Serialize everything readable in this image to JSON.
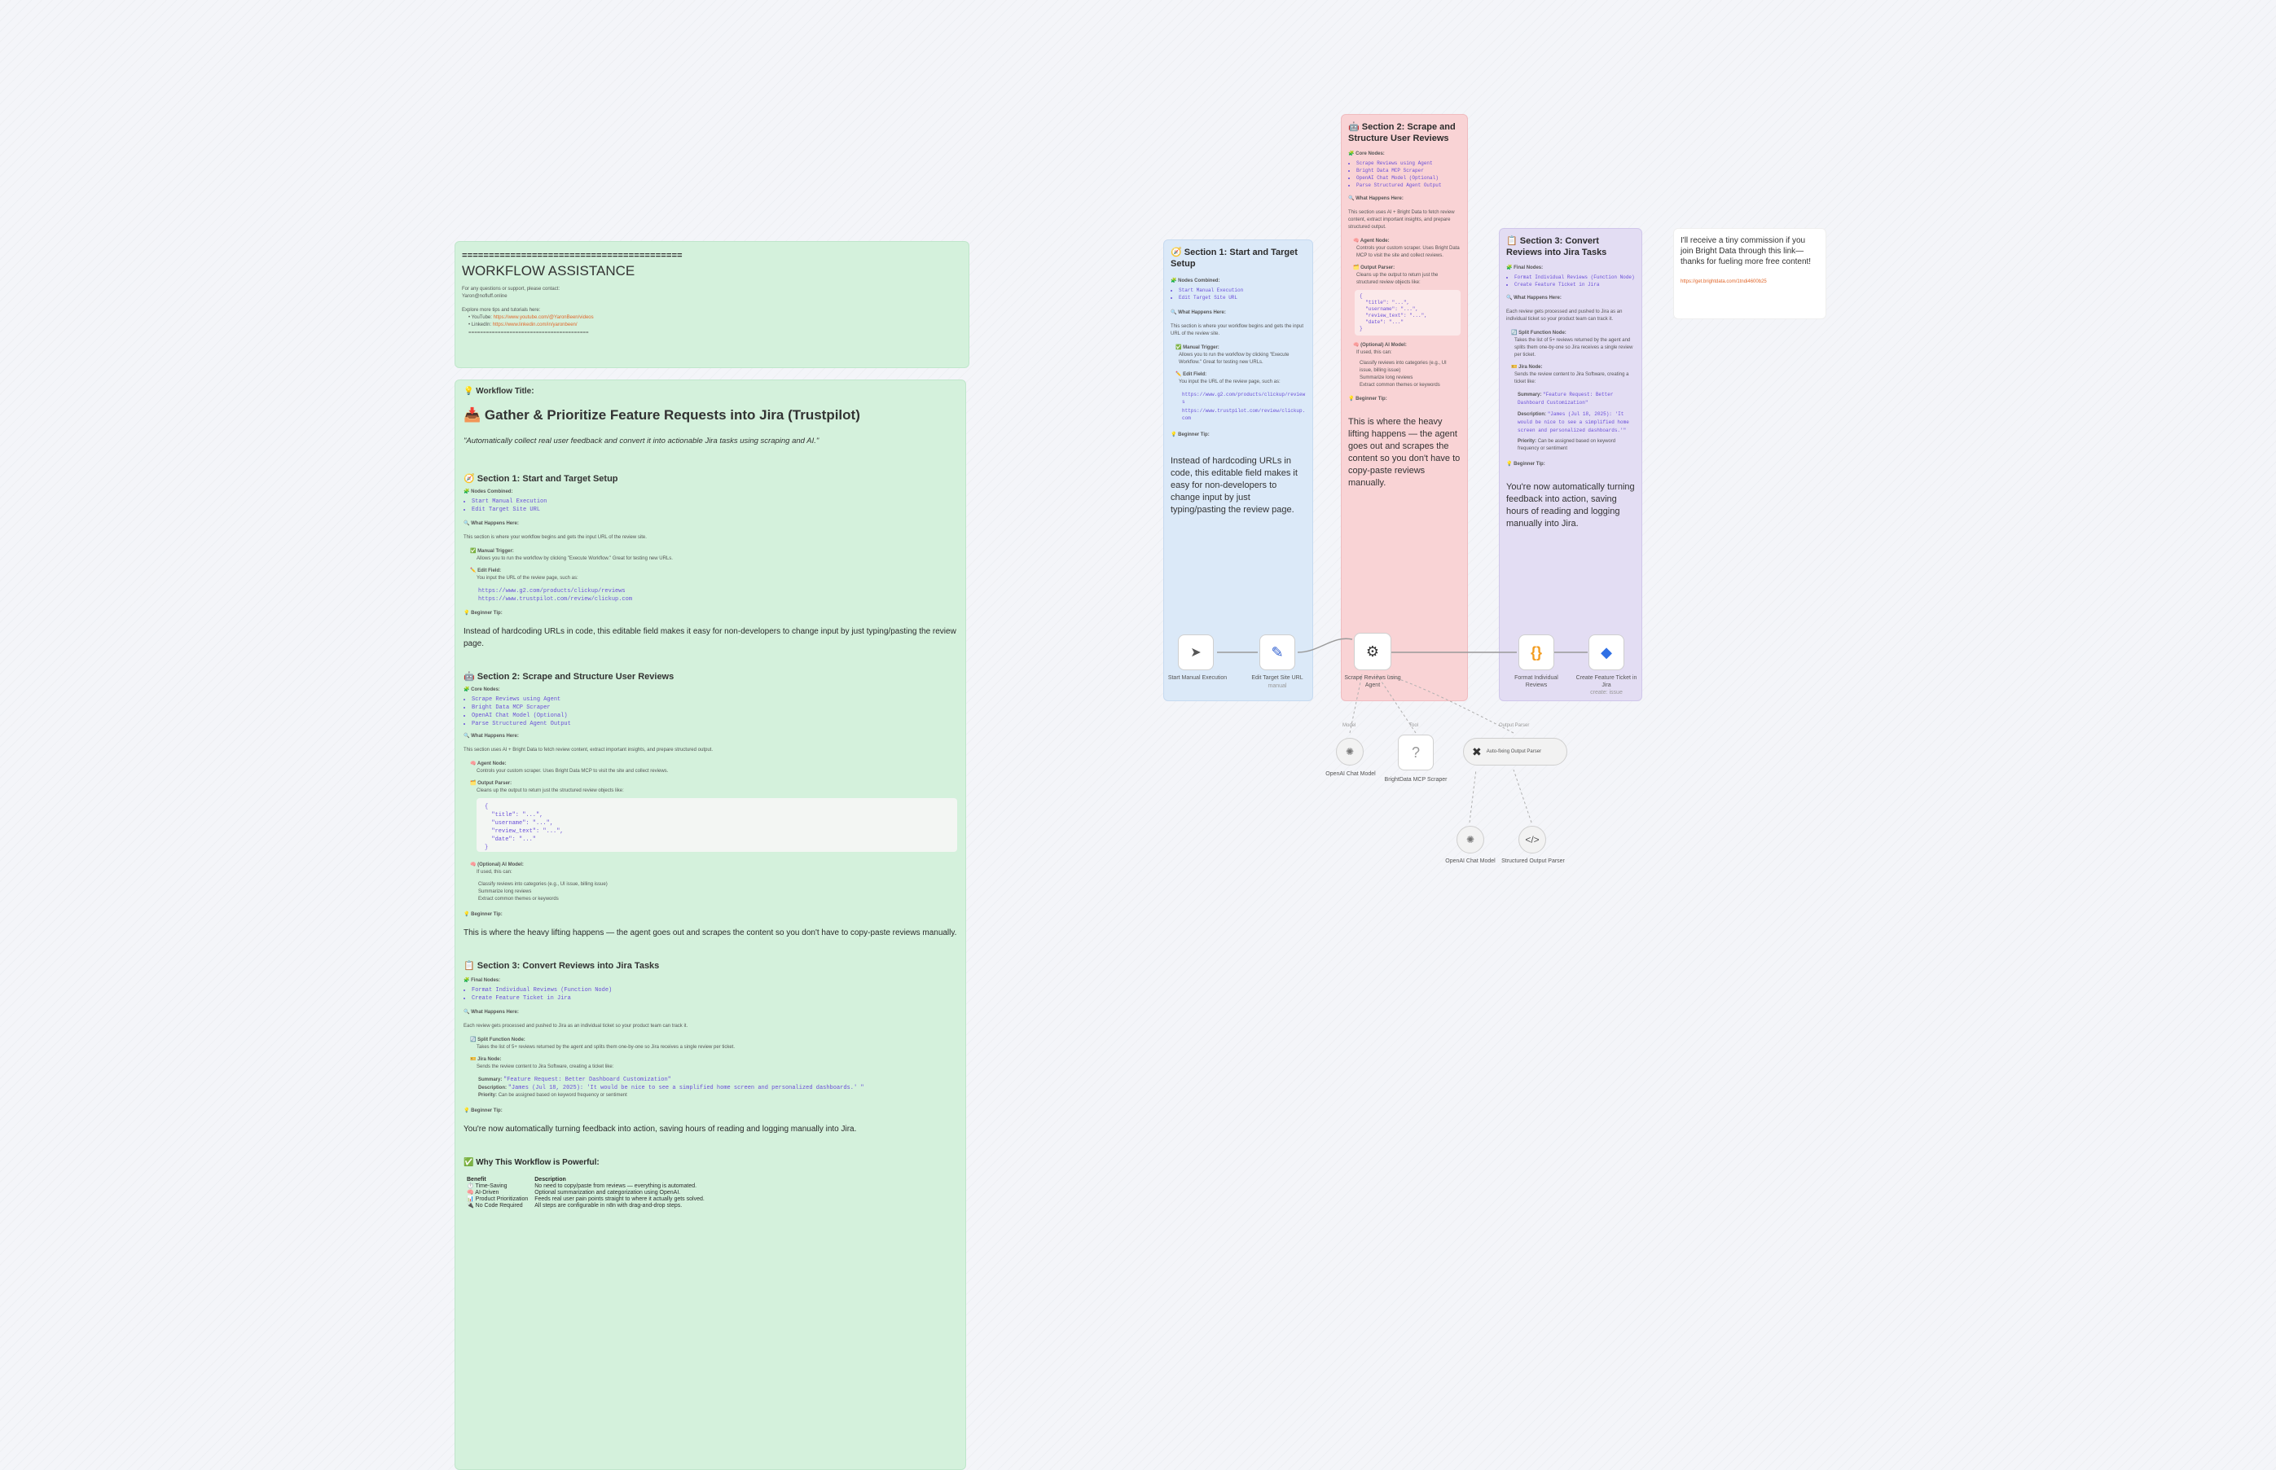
{
  "assist": {
    "divider": "=========================================",
    "title": "WORKFLOW ASSISTANCE",
    "l1": "For any questions or support, please contact:",
    "l2": "Yaron@nofluff.online",
    "l3": "Explore more tips and tutorials here:",
    "yt_label": "YouTube:",
    "yt_url": "https://www.youtube.com/@YaronBeen/videos",
    "li_label": "LinkedIn:",
    "li_url": "https://www.linkedin.com/in/yaronbeen/",
    "divider2": "========================================="
  },
  "doc": {
    "wf_title_label": "💡 Workflow Title:",
    "title": "📥 Gather & Prioritize Feature Requests into Jira (Trustpilot)",
    "tagline": "\"Automatically collect real user feedback and convert it into actionable Jira tasks using scraping and AI.\"",
    "s1_title": "🧭 Section 1: Start and Target Setup",
    "nodes_combined": "🧩 Nodes Combined:",
    "s1_n1": "Start Manual Execution",
    "s1_n2": "Edit Target Site URL",
    "what_happens": "🔍 What Happens Here:",
    "s1_desc": "This section is where your workflow begins and gets the input URL of the review site.",
    "s1_b1_t": "✅ Manual Trigger:",
    "s1_b1_d": "Allows you to run the workflow by clicking \"Execute Workflow.\" Great for testing new URLs.",
    "s1_b2_t": "✏️ Edit Field:",
    "s1_b2_d": "You input the URL of the review page, such as:",
    "s1_url1": "https://www.g2.com/products/clickup/reviews",
    "s1_url2": "https://www.trustpilot.com/review/clickup.com",
    "beginner_tip": "💡 Beginner Tip:",
    "s1_tip": "Instead of hardcoding URLs in code, this editable field makes it easy for non-developers to change input by just typing/pasting the review page.",
    "s2_title": "🤖 Section 2: Scrape and Structure User Reviews",
    "core_nodes": "🧩 Core Nodes:",
    "s2_n1": "Scrape Reviews using Agent",
    "s2_n2": "Bright Data MCP Scraper",
    "s2_n3": "OpenAI Chat Model (Optional)",
    "s2_n4": "Parse Structured Agent Output",
    "s2_desc": "This section uses AI + Bright Data to fetch review content, extract important insights, and prepare structured output.",
    "s2_b1_t": "🧠 Agent Node:",
    "s2_b1_d": "Controls your custom scraper. Uses Bright Data MCP to visit the site and collect reviews.",
    "s2_b2_t": "🗂️ Output Parser:",
    "s2_b2_d": "Cleans up the output to return just the structured review objects like:",
    "s2_code": "{\n  \"title\": \"...\",\n  \"username\": \"...\",\n  \"review_text\": \"...\",\n  \"date\": \"...\"\n}",
    "s2_b3_t": "🧠 (Optional) AI Model:",
    "s2_b3_d": "If used, this can:",
    "s2_b3_l1": "Classify reviews into categories (e.g., UI issue, billing issue)",
    "s2_b3_l2": "Summarize long reviews",
    "s2_b3_l3": "Extract common themes or keywords",
    "s2_tip": "This is where the heavy lifting happens — the agent goes out and scrapes the content so you don't have to copy-paste reviews manually.",
    "s3_title": "📋 Section 3: Convert Reviews into Jira Tasks",
    "final_nodes": "🧩 Final Nodes:",
    "s3_n1": "Format Individual Reviews (Function Node)",
    "s3_n2": "Create Feature Ticket in Jira",
    "s3_desc": "Each review gets processed and pushed to Jira as an individual ticket so your product team can track it.",
    "s3_b1_t": "🔄 Split Function Node:",
    "s3_b1_d": "Takes the list of 5+ reviews returned by the agent and splits them one-by-one so Jira receives a single review per ticket.",
    "s3_b2_t": "🎫 Jira Node:",
    "s3_b2_d": "Sends the review content to Jira Software, creating a ticket like:",
    "s3_sum_l": "Summary:",
    "s3_sum_v": "\"Feature Request: Better Dashboard Customization\"",
    "s3_desc_l": "Description:",
    "s3_desc_v": "\"James (Jul 18, 2025): 'It would be nice to see a simplified home screen and personalized dashboards.' \"",
    "s3_pri_l": "Priority:",
    "s3_pri_v": "Can be assigned based on keyword frequency or sentiment",
    "s3_tip": "You're now automatically turning feedback into action, saving hours of reading and logging manually into Jira.",
    "why_title": "✅ Why This Workflow is Powerful:",
    "why_head": [
      "Benefit",
      "Description"
    ],
    "why_rows": [
      [
        "⏱️ Time-Saving",
        "No need to copy/paste from reviews — everything is automated."
      ],
      [
        "🧠 AI-Driven",
        "Optional summarization and categorization using OpenAI."
      ],
      [
        "📊 Product Prioritization",
        "Feeds real user pain points straight to where it actually gets solved."
      ],
      [
        "🔌 No Code Required",
        "All steps are configurable in n8n with drag-and-drop steps."
      ]
    ]
  },
  "s1card": {
    "title": "🧭 Section 1: Start and Target Setup",
    "nodes_label": "🧩 Nodes Combined:",
    "n1": "Start Manual Execution",
    "n2": "Edit Target Site URL",
    "what": "🔍 What Happens Here:",
    "desc": "This section is where your workflow begins and gets the input URL of the review site.",
    "b1_t": "✅ Manual Trigger:",
    "b1_d": "Allows you to run the workflow by clicking \"Execute Workflow.\" Great for testing new URLs.",
    "b2_t": "✏️ Edit Field:",
    "b2_d": "You input the URL of the review page, such as:",
    "url1": "https://www.g2.com/products/clickup/reviews",
    "url2": "https://www.trustpilot.com/review/clickup.com",
    "tip_label": "💡 Beginner Tip:",
    "tip": "Instead of hardcoding URLs in code, this editable field makes it easy for non-developers to change input by just typing/pasting the review page."
  },
  "s2card": {
    "title": "🤖 Section 2: Scrape and Structure User Reviews",
    "core": "🧩 Core Nodes:",
    "n1": "Scrape Reviews using Agent",
    "n2": "Bright Data MCP Scraper",
    "n3": "OpenAI Chat Model (Optional)",
    "n4": "Parse Structured Agent Output",
    "what": "🔍 What Happens Here:",
    "desc": "This section uses AI + Bright Data to fetch review content, extract important insights, and prepare structured output.",
    "b1_t": "🧠 Agent Node:",
    "b1_d": "Controls your custom scraper. Uses Bright Data MCP to visit the site and collect reviews.",
    "b2_t": "🗂️ Output Parser:",
    "b2_d": "Cleans up the output to return just the structured review objects like:",
    "code": "{\n  \"title\": \"...\",\n  \"username\": \"...\",\n  \"review_text\": \"...\",\n  \"date\": \"...\"\n}",
    "b3_t": "🧠 (Optional) AI Model:",
    "b3_d": "If used, this can:",
    "b3_l1": "Classify reviews into categories (e.g., UI issue, billing issue)",
    "b3_l2": "Summarize long reviews",
    "b3_l3": "Extract common themes or keywords",
    "tip_label": "💡 Beginner Tip:",
    "tip": "This is where the heavy lifting happens — the agent goes out and scrapes the content so you don't have to copy-paste reviews manually."
  },
  "s3card": {
    "title": "📋 Section 3: Convert Reviews into Jira Tasks",
    "final": "🧩 Final Nodes:",
    "n1": "Format Individual Reviews (Function Node)",
    "n2": "Create Feature Ticket in Jira",
    "what": "🔍 What Happens Here:",
    "desc": "Each review gets processed and pushed to Jira as an individual ticket so your product team can track it.",
    "b1_t": "🔄 Split Function Node:",
    "b1_d": "Takes the list of 5+ reviews returned by the agent and splits them one-by-one so Jira receives a single review per ticket.",
    "b2_t": "🎫 Jira Node:",
    "b2_d": "Sends the review content to Jira Software, creating a ticket like:",
    "sum_l": "Summary:",
    "sum_v": "\"Feature Request: Better Dashboard Customization\"",
    "desc_l": "Description:",
    "desc_v": "\"James (Jul 18, 2025): 'It would be nice to see a simplified home screen and personalized dashboards.'\"",
    "pri_l": "Priority:",
    "pri_v": "Can be assigned based on keyword frequency or sentiment",
    "tip_label": "💡 Beginner Tip:",
    "tip": "You're now automatically turning feedback into action, saving hours of reading and logging manually into Jira."
  },
  "affiliate": {
    "text": "I'll receive a tiny commission if you join Bright Data through this link—thanks for fueling more free content!",
    "url": "https://get.brightdata.com/1tndi4600b25"
  },
  "nodes": {
    "start": "Start Manual Execution",
    "edit": "Edit Target Site URL",
    "edit_sub": "manual",
    "agent": "Scrape Reviews using Agent",
    "format": "Format Individual Reviews",
    "jira": "Create Feature Ticket in Jira",
    "jira_sub": "create: issue",
    "openai1": "OpenAI Chat Model",
    "mcp": "BrightData MCP Scraper",
    "autofix": "Auto-fixing Output Parser",
    "openai2": "OpenAI Chat Model",
    "structured": "Structured Output Parser",
    "lbl_model": "Model",
    "lbl_tool": "Tool",
    "lbl_output_parser": "Output Parser"
  },
  "icons": {
    "cursor": "cursor-icon",
    "pencil": "pencil-icon",
    "robot": "robot-icon",
    "braces": "code-braces-icon",
    "jira": "jira-icon",
    "openai": "openai-icon",
    "question": "question-icon",
    "tools": "tools-icon",
    "code": "code-icon"
  },
  "colors": {
    "green_note": "#d4f1dc",
    "blue_note": "#dbe9f8",
    "pink_note": "#f9d3d5",
    "purple_note": "#e3ddf3",
    "link": "#e0662a",
    "code": "#6a4fd8",
    "jira_blue": "#2f6fe4",
    "braces_orange": "#f39c1f"
  }
}
